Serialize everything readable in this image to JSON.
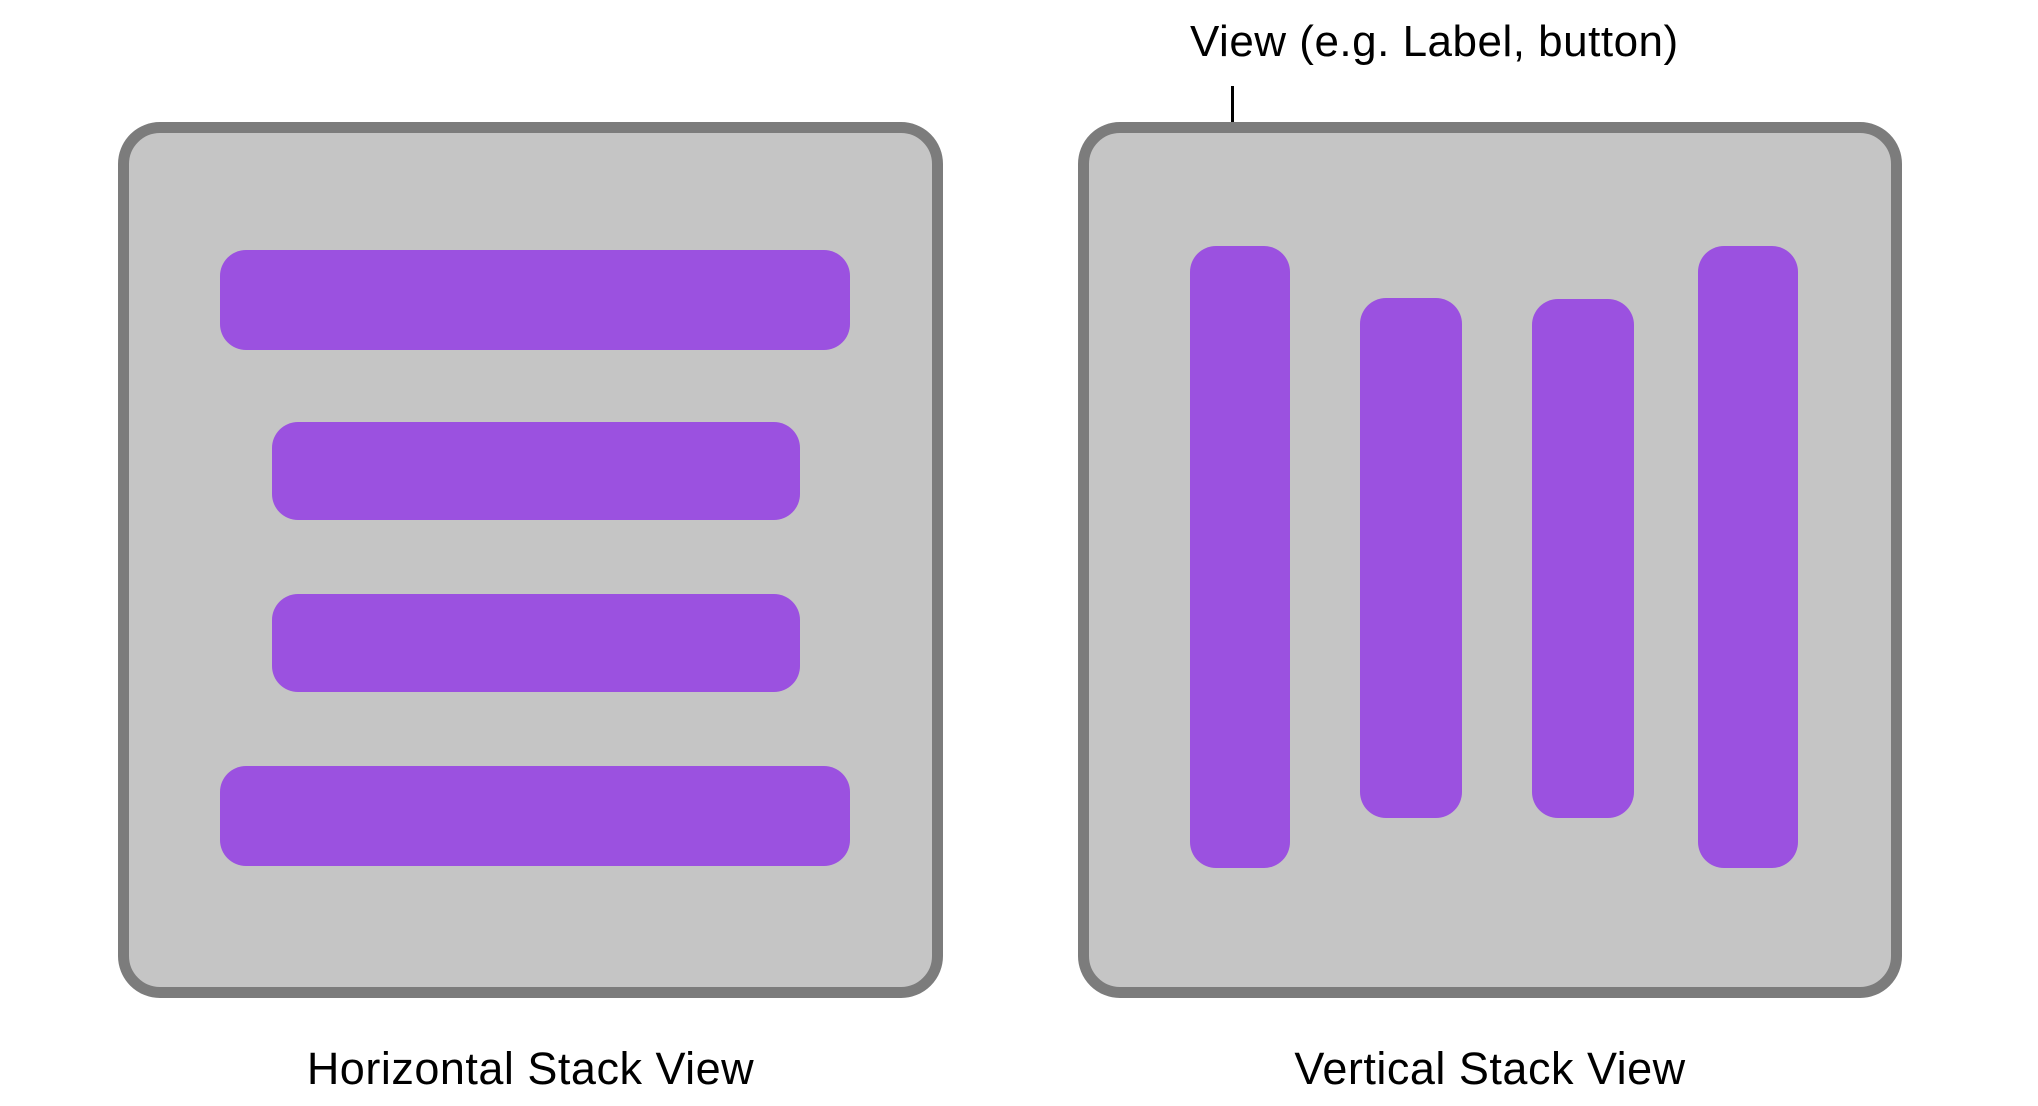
{
  "colors": {
    "background": "#ffffff",
    "accent": "#9b51e0",
    "panel_fill": "#c5c5c5",
    "panel_border": "#7c7c7c",
    "text": "#000000",
    "annotation_line": "#000000"
  },
  "annotation": {
    "label": "View (e.g. Label, button)"
  },
  "panels": [
    {
      "id": "horizontal-stack-view",
      "caption": "Horizontal Stack View",
      "orientation": "horizontal",
      "item_count": 4,
      "items": [
        "view-long",
        "view-short",
        "view-short",
        "view-long"
      ]
    },
    {
      "id": "vertical-stack-view",
      "caption": "Vertical Stack View",
      "orientation": "vertical",
      "item_count": 4,
      "items": [
        "view-long",
        "view-short",
        "view-short",
        "view-long"
      ]
    }
  ]
}
